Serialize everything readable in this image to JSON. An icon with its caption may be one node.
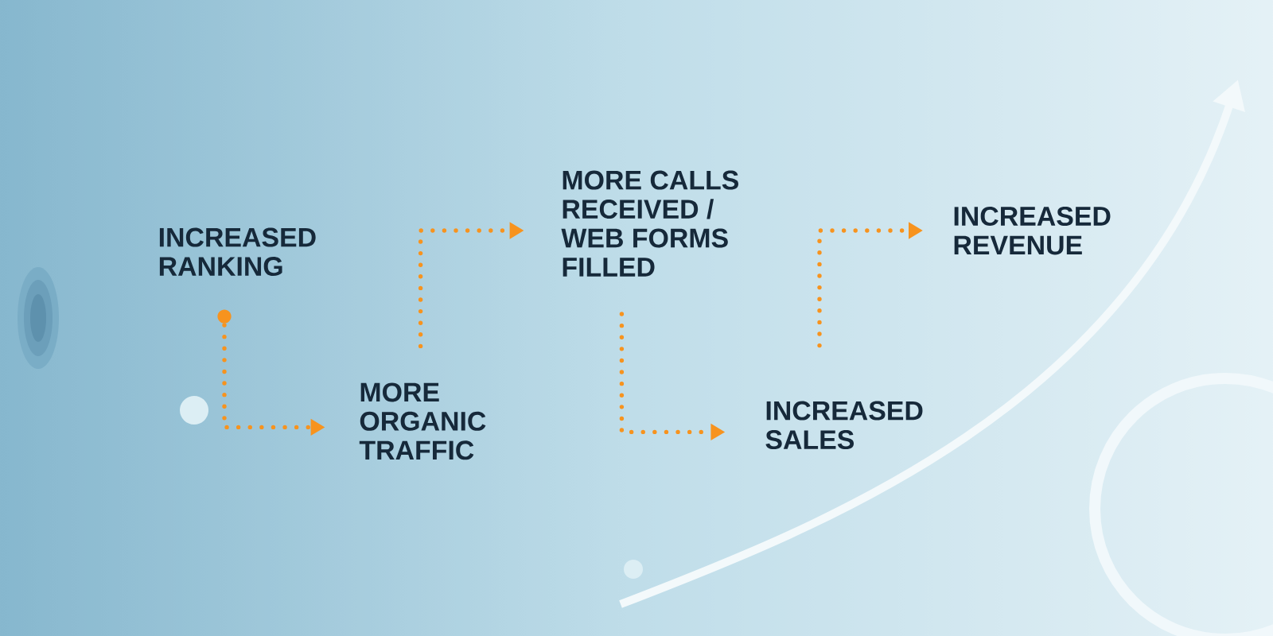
{
  "diagram": {
    "nodes": [
      {
        "text": [
          "INCREASED RANKING"
        ]
      },
      {
        "text": [
          "MORE ORGANIC TRAFFIC"
        ]
      },
      {
        "text": [
          "MORE CALLS RECEIVED / WEB FORMS FILLED"
        ]
      },
      {
        "text": [
          "INCREASED SALES"
        ]
      },
      {
        "text": [
          "INCREASED REVENUE"
        ]
      }
    ],
    "edges": [
      {
        "from": 0,
        "to": 1,
        "arrow": "to"
      },
      {
        "from": 1,
        "to": 2,
        "arrow": "to"
      },
      {
        "from": 2,
        "to": 3,
        "arrow": "to"
      },
      {
        "from": 3,
        "to": 4,
        "arrow": "to"
      }
    ]
  }
}
